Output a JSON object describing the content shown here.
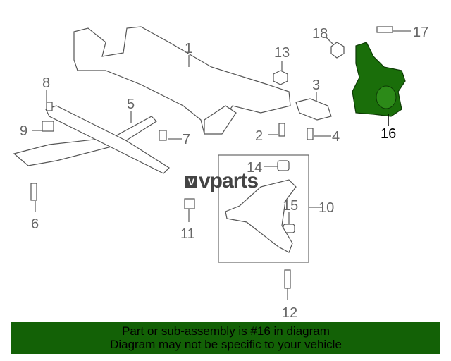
{
  "diagram": {
    "callouts": [
      "1",
      "2",
      "3",
      "4",
      "5",
      "6",
      "7",
      "8",
      "9",
      "10",
      "11",
      "12",
      "13",
      "14",
      "15",
      "16",
      "17",
      "18"
    ],
    "highlighted_part": "16",
    "highlight_color": "#1a6e0a"
  },
  "logo": {
    "mark": "V",
    "text": "vparts"
  },
  "banner": {
    "line1": "Part or sub-assembly is #16 in diagram",
    "line2": "Diagram may not be specific to your vehicle",
    "color": "#136106"
  }
}
